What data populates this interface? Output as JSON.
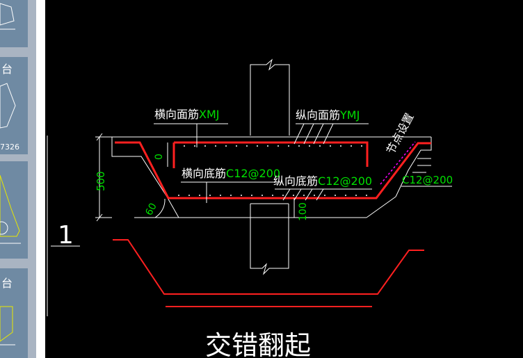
{
  "thumbnails": [
    {
      "label": "",
      "number": ""
    },
    {
      "label": "台",
      "number": "7326"
    },
    {
      "label": "",
      "number": ""
    },
    {
      "label": "台",
      "number": ""
    }
  ],
  "drawing": {
    "section_number": "1",
    "labels": {
      "transverse_top_rebar": "横向面筋",
      "transverse_top_code": "XMJ",
      "longitudinal_top_rebar": "纵向面筋",
      "longitudinal_top_code": "YMJ",
      "joint_setting": "节点设置",
      "transverse_bottom_rebar": "横向底筋",
      "transverse_bottom_code": "C12@200",
      "longitudinal_bottom_rebar": "纵向底筋",
      "longitudinal_bottom_code": "C12@200",
      "side_rebar_code": "C12@200",
      "dim_500": "500",
      "dim_0": "0",
      "dim_100": "100",
      "angle_60": "60",
      "caption": "交错翻起"
    },
    "colors": {
      "linework": "#ffffff",
      "rebar": "#ff2020",
      "code_text": "#00e000",
      "joint_dash": "#ff00ff"
    }
  }
}
